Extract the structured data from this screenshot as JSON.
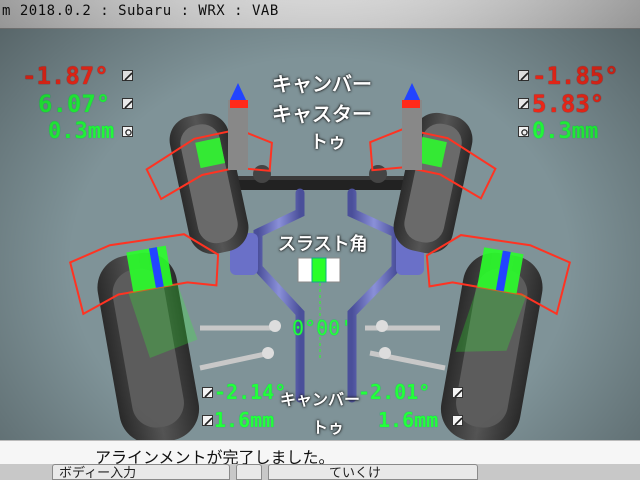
{
  "window": {
    "title": "m 2018.0.2 : Subaru : WRX : VAB",
    "subtitle": "左:上の矢印をタップし車両情報を確認する"
  },
  "front": {
    "labels": {
      "camber": "キャンバー",
      "caster": "キャスター",
      "toe": "トゥ"
    },
    "left": {
      "camber": "-1.87°",
      "caster": "6.07°",
      "toe": "0.3mm"
    },
    "right": {
      "camber": "-1.85°",
      "caster": "5.83°",
      "toe": "0.3mm"
    }
  },
  "thrust": {
    "label": "スラスト角",
    "value": "0°00'"
  },
  "rear": {
    "labels": {
      "camber": "キャンバー",
      "toe": "トゥ"
    },
    "left": {
      "camber": "-2.14°",
      "toe": "1.6mm"
    },
    "right": {
      "camber": "-2.01°",
      "toe": "1.6mm"
    }
  },
  "status": {
    "message": "アラインメントが完了しました。"
  },
  "buttons": [
    {
      "label": "ボディー入力"
    },
    {
      "label": ""
    },
    {
      "label": "ていくけ"
    }
  ],
  "colors": {
    "out_of_spec": "#ff2a1a",
    "in_spec": "#23ff3a"
  },
  "icons": {
    "check": "pencil-check-icon",
    "gear": "settings-icon"
  }
}
